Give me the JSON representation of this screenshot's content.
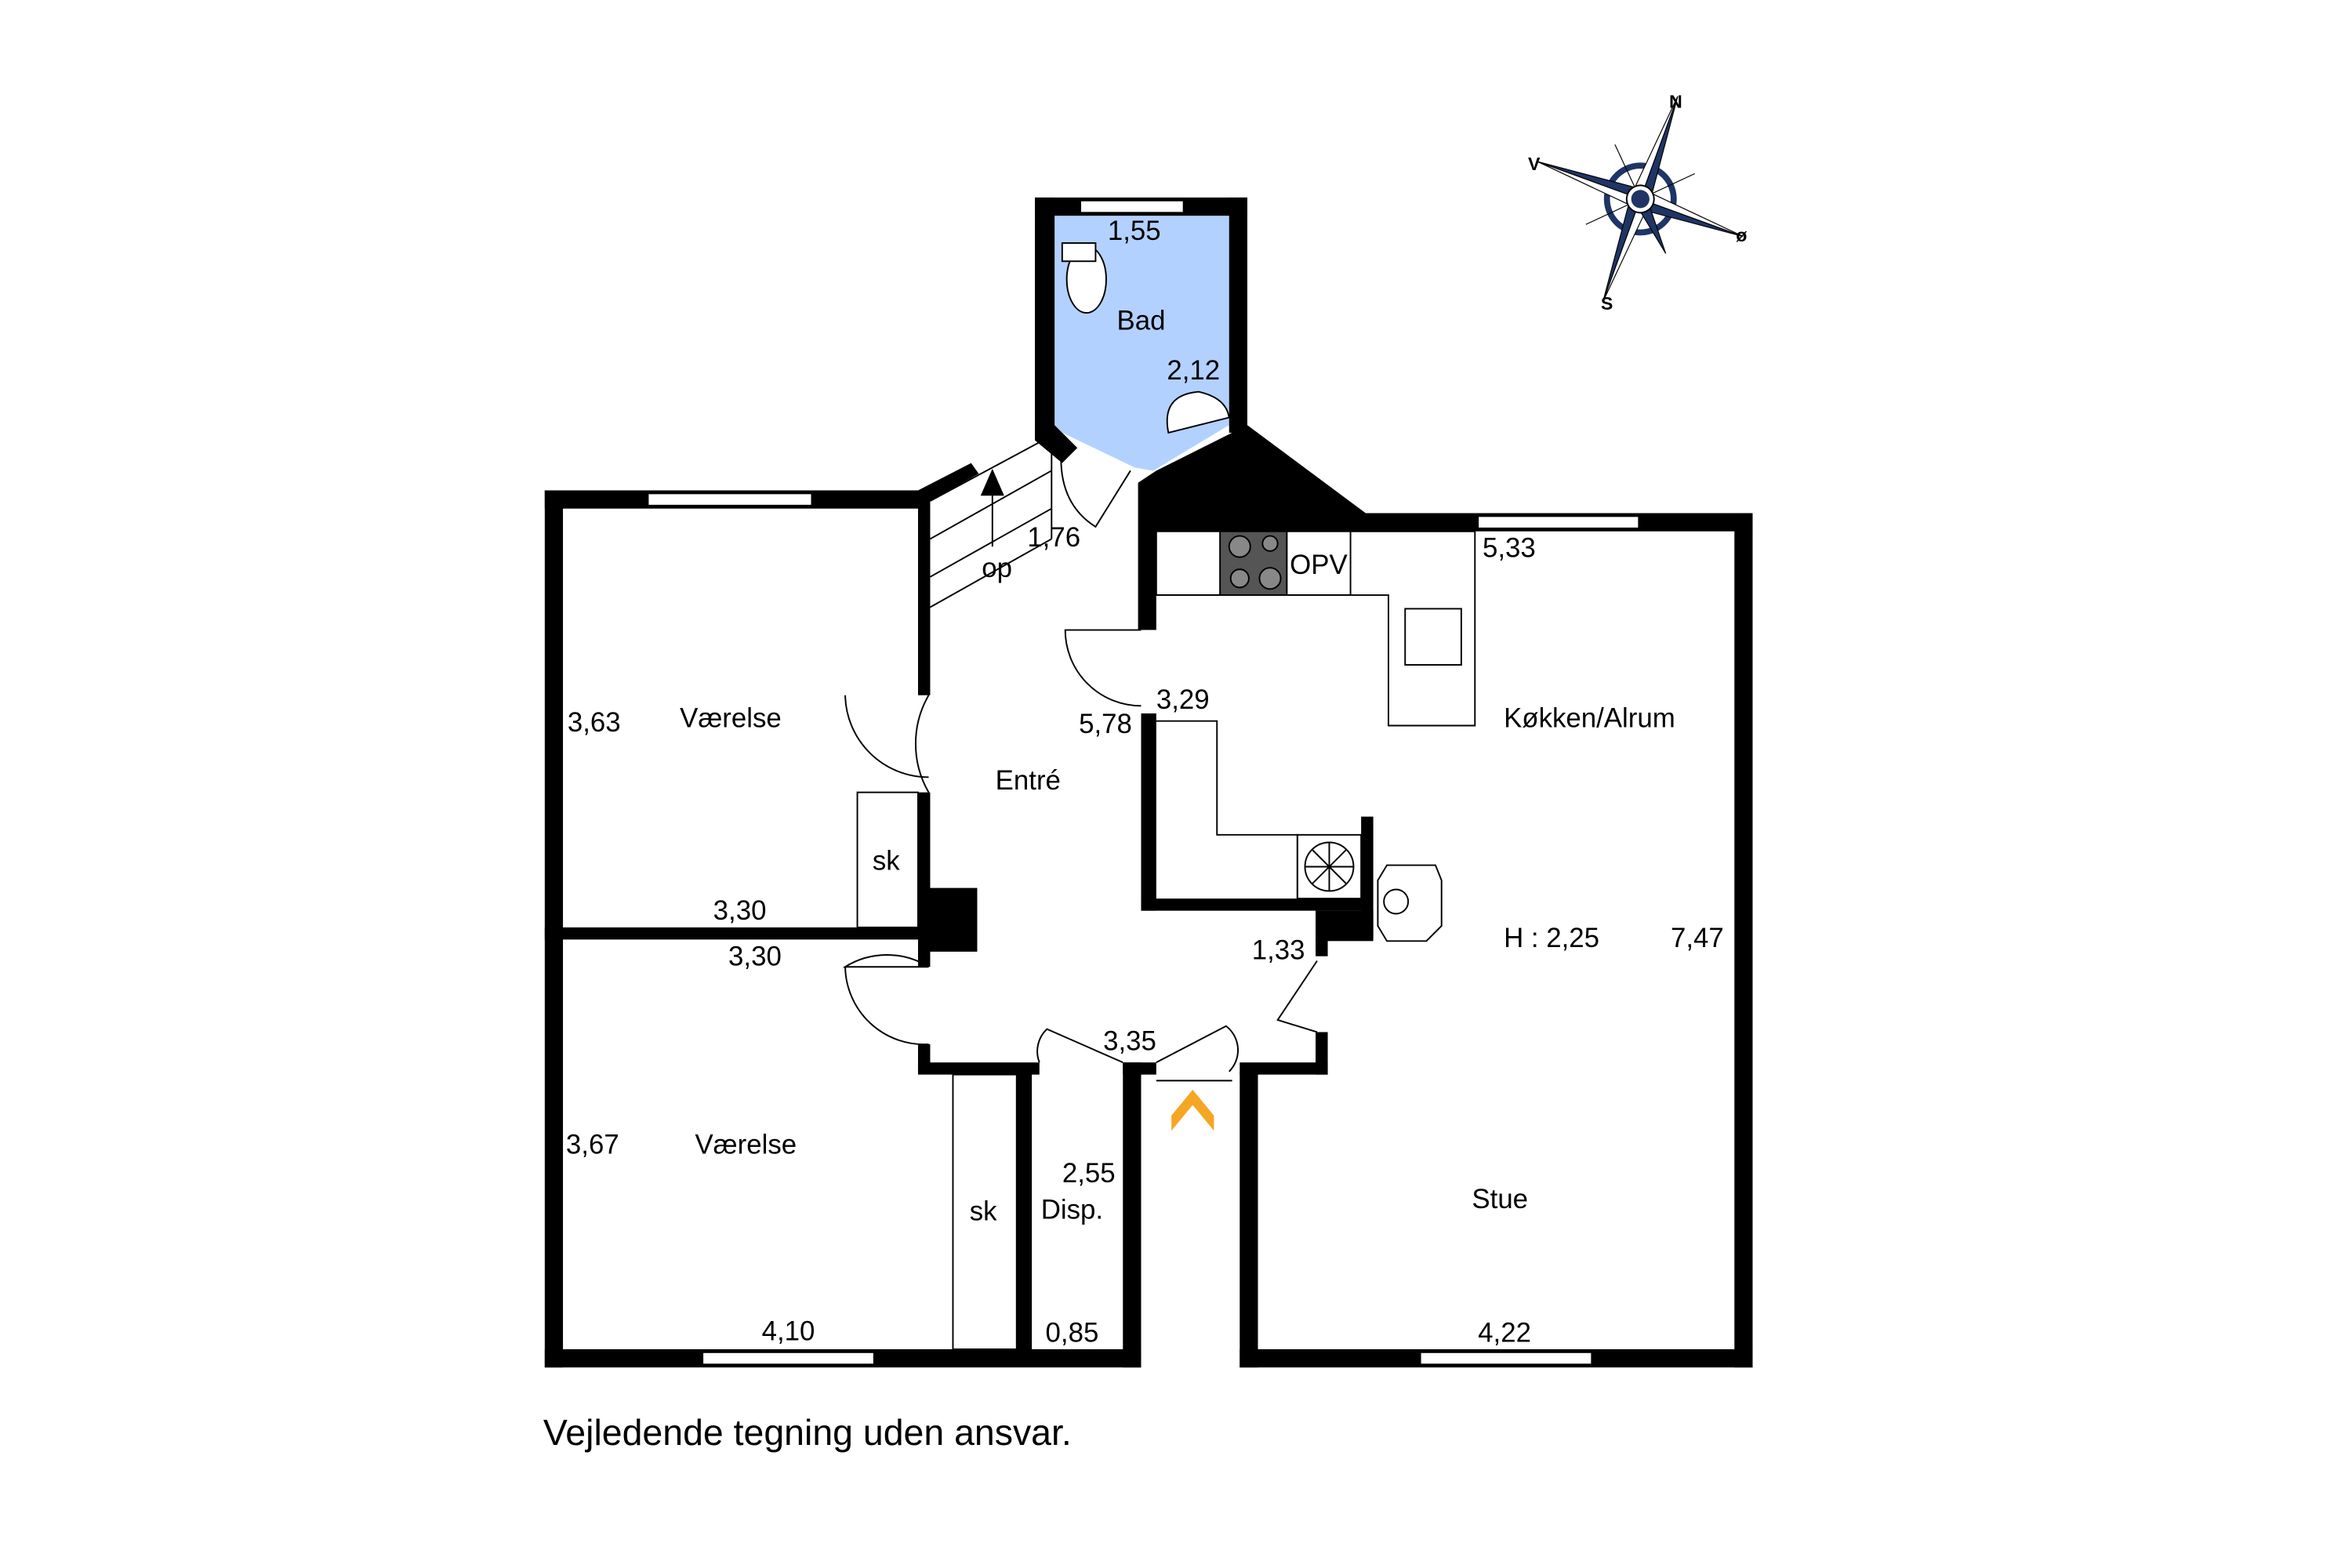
{
  "rooms": {
    "bad": {
      "name": "Bad",
      "dims": [
        "1,55",
        "2,12"
      ]
    },
    "stair": {
      "label": "op",
      "dim": "1,76"
    },
    "vaerelse1": {
      "name": "Værelse",
      "dims": [
        "3,63",
        "3,30"
      ]
    },
    "vaerelse2": {
      "name": "Værelse",
      "dims": [
        "3,30",
        "3,67",
        "4,10"
      ]
    },
    "entre": {
      "name": "Entré",
      "dims": [
        "5,78",
        "3,29",
        "1,33",
        "3,35"
      ]
    },
    "closet1": {
      "name": "sk"
    },
    "closet2": {
      "name": "sk"
    },
    "disp": {
      "name": "Disp.",
      "dims": [
        "2,55",
        "0,85"
      ]
    },
    "kitchen": {
      "name": "Køkken/Alrum",
      "dims": [
        "5,33"
      ],
      "appliance": "OPV"
    },
    "stue": {
      "name": "Stue",
      "height": "H : 2,25",
      "dims": [
        "7,47",
        "4,22"
      ]
    }
  },
  "compass": {
    "n": "N",
    "s": "S",
    "e": "ø",
    "w": "V"
  },
  "caption": "Vejledende tegning uden ansvar.",
  "colors": {
    "bath_fill": "#b3d1ff",
    "entrance_arrow": "#f5a623",
    "compass_blue": "#1f3566",
    "wall": "#000000"
  }
}
